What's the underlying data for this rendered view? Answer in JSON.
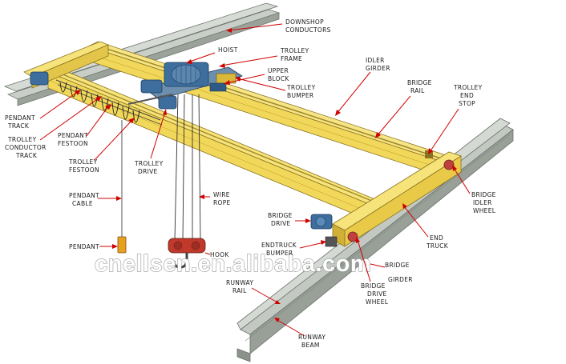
{
  "labels": {
    "downshop_conductors": [
      "DOWNSHOP",
      "CONDUCTORS"
    ],
    "hoist": "HOIST",
    "trolley_frame": [
      "TROLLEY",
      "FRAME"
    ],
    "idler_girder": [
      "IDLER",
      "GIRDER"
    ],
    "upper_block": [
      "UPPER",
      "BLOCK"
    ],
    "trolley_bumper": [
      "TROLLEY",
      "BUMPER"
    ],
    "bridge_rail": [
      "BRIDGE",
      "RAIL"
    ],
    "trolley_end_stop": [
      "TROLLEY",
      "END",
      "STOP"
    ],
    "pendant_track": [
      "PENDANT",
      "TRACK"
    ],
    "trolley_conductor_track": [
      "TROLLEY",
      "CONDUCTOR",
      "TRACK"
    ],
    "pendant_festoon": [
      "PENDANT",
      "FESTOON"
    ],
    "trolley_festoon": [
      "TROLLEY",
      "FESTOON"
    ],
    "trolley_drive": [
      "TROLLEY",
      "DRIVE"
    ],
    "bridge_idler_wheel": [
      "BRIDGE",
      "IDLER",
      "WHEEL"
    ],
    "pendant_cable": [
      "PENDANT",
      "CABLE"
    ],
    "wire_rope": [
      "WIRE",
      "ROPE"
    ],
    "bridge_drive": [
      "BRIDGE",
      "DRIVE"
    ],
    "end_truck": [
      "END",
      "TRUCK"
    ],
    "endtruck_bumper": [
      "ENDTRUCK",
      "BUMPER"
    ],
    "pendant": "PENDANT",
    "hook": "HOOK",
    "bridge_girder": [
      "BRIDGE",
      "GIRDER"
    ],
    "runway_rail": [
      "RUNWAY",
      "RAIL"
    ],
    "bridge_drive_wheel": [
      "BRIDGE",
      "DRIVE",
      "WHEEL"
    ],
    "runway_beam": [
      "RUNWAY",
      "BEAM"
    ]
  },
  "watermark": "cnellsen.en.alibaba.com",
  "colors": {
    "girder_yellow": "#f2d85a",
    "girder_shade": "#d9b83a",
    "steel_grey": "#b8bfb8",
    "steel_dark": "#7d857d",
    "machinery_blue": "#3d6e9e",
    "leader_red": "#d00000",
    "cable_grey": "#555555",
    "pendant_orange": "#e8a020",
    "hook_red": "#c0392b"
  }
}
